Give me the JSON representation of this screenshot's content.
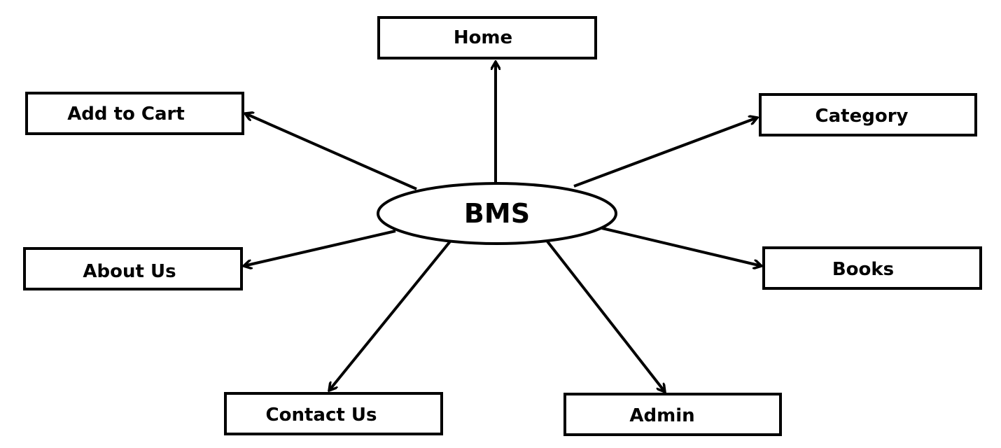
{
  "center": {
    "label": "BMS"
  },
  "nodes": {
    "home": "Home",
    "add_to_cart": "Add to Cart",
    "category": "Category",
    "about_us": "About Us",
    "books": "Books",
    "contact_us": "Contact Us",
    "admin": "Admin"
  },
  "colors": {
    "stroke": "#000000",
    "background": "#ffffff"
  }
}
